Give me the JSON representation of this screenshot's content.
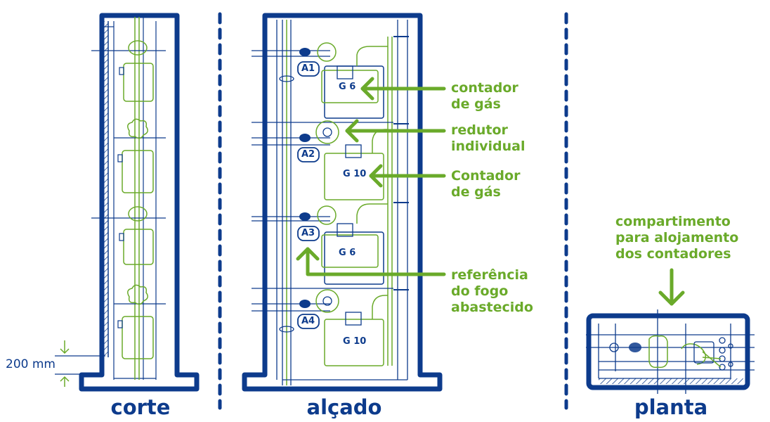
{
  "views": {
    "corte": "corte",
    "alcado": "alçado",
    "planta": "planta"
  },
  "dimension": "200 mm",
  "meters": {
    "m1": "G 6",
    "m2": "G 10",
    "m3": "G 6",
    "m4": "G 10"
  },
  "refs": {
    "a1": "A1",
    "a2": "A2",
    "a3": "A3",
    "a4": "A4"
  },
  "callouts": {
    "contador": [
      "contador",
      "de gás"
    ],
    "redutor": [
      "redutor",
      "individual"
    ],
    "contador2": [
      "Contador",
      "de gás"
    ],
    "referencia": [
      "referência",
      "do fogo",
      "abastecido"
    ],
    "compartimento": [
      "compartimento",
      "para alojamento",
      "dos contadores"
    ]
  },
  "colors": {
    "blue": "#0d3b8c",
    "green": "#6aaa2a"
  }
}
